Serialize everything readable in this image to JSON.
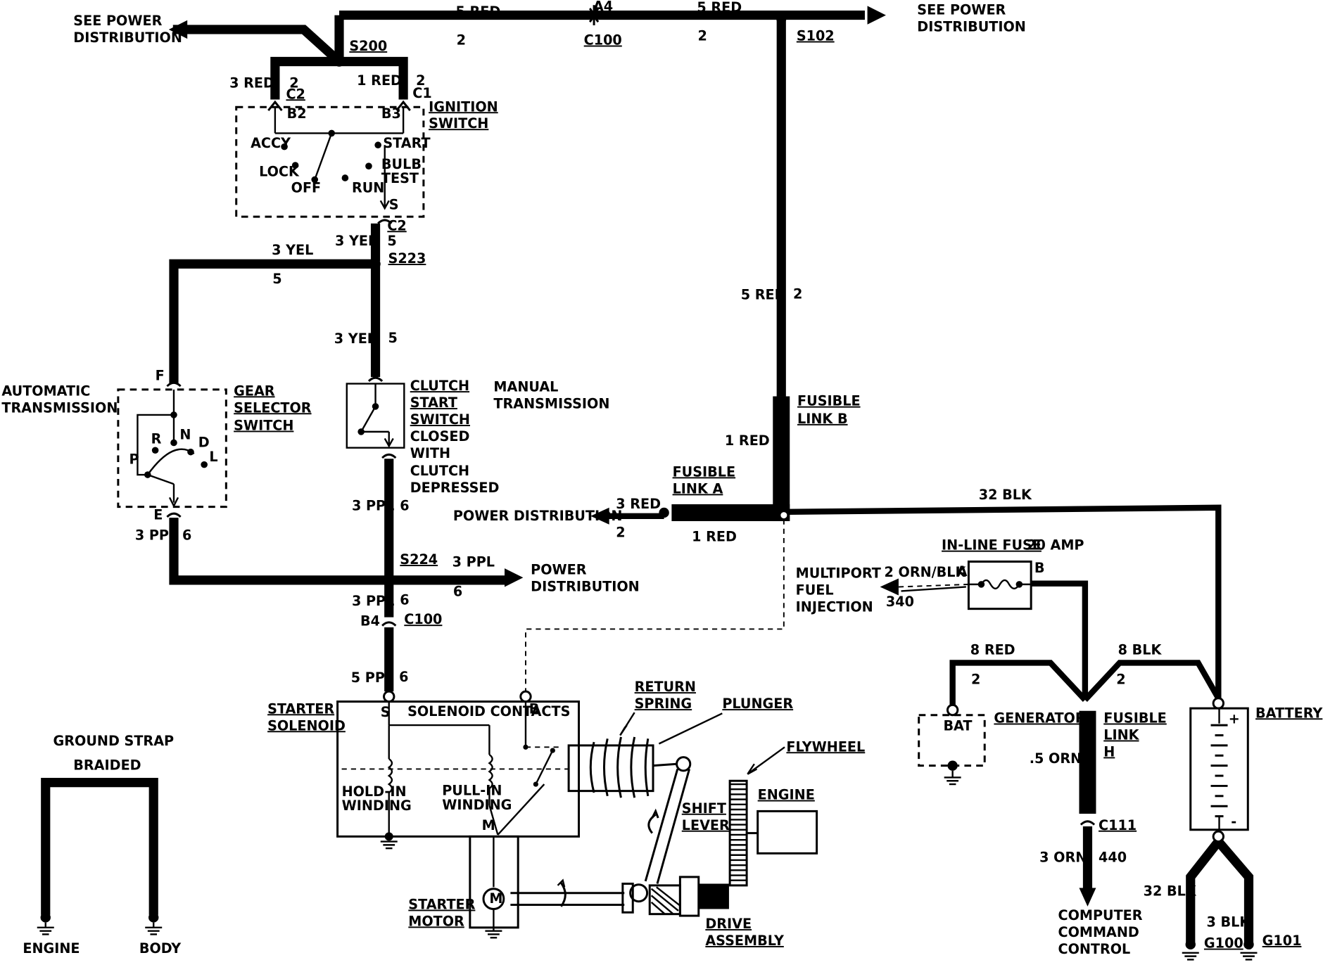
{
  "labels": {
    "see_power_distribution_left": [
      "SEE POWER",
      "DISTRIBUTION"
    ],
    "see_power_distribution_right": [
      "SEE POWER",
      "DISTRIBUTION"
    ],
    "top_wire_left": "5 RED",
    "top_wire_left_circuit": "2",
    "top_wire_right": "5 RED",
    "top_wire_right_circuit": "2",
    "a4": "A4",
    "c100_top": "C100",
    "s200": "S200",
    "s102": "S102",
    "wire_3red": "3 RED",
    "wire_1red_top": "1 RED",
    "c2_num": "2",
    "c1_num": "2",
    "c2_top": "C2",
    "c1_top": "C1",
    "b2": "B2",
    "b3": "B3",
    "ignition_switch": [
      "IGNITION",
      "SWITCH"
    ],
    "accy": "ACCY",
    "start": "START",
    "lock": "LOCK",
    "off": "OFF",
    "run": "RUN",
    "bulb_test": [
      "BULB",
      "TEST"
    ],
    "s_term": "S",
    "c2_bottom": "C2",
    "yel_short": "3 YEL",
    "yel_short_circuit": "5",
    "s223": "S223",
    "yel_left": "3 YEL",
    "yel_left_circuit": "5",
    "yel_mid": "3 YEL",
    "yel_mid_circuit": "5",
    "red_vert": "5 RED",
    "red_vert_circuit": "2",
    "automatic_transmission": [
      "AUTOMATIC",
      "TRANSMISSION"
    ],
    "gear_selector_switch": [
      "GEAR",
      "SELECTOR",
      "SWITCH"
    ],
    "f_term": "F",
    "e_term": "E",
    "gear_p": "P",
    "gear_r": "R",
    "gear_n": "N",
    "gear_d": "D",
    "gear_l": "L",
    "clutch_start_switch": [
      "CLUTCH",
      "START",
      "SWITCH"
    ],
    "clutch_note": [
      "CLOSED",
      "WITH",
      "CLUTCH",
      "DEPRESSED"
    ],
    "manual_transmission": [
      "MANUAL",
      "TRANSMISSION"
    ],
    "fusible_link_b": [
      "FUSIBLE",
      "LINK B"
    ],
    "fusible_link_a": [
      "FUSIBLE",
      "LINK A"
    ],
    "wire_1red_mid": "1 RED",
    "wire_1red_low": "1 RED",
    "wire_3red_pd": "3 RED",
    "wire_3red_pd_circuit": "2",
    "power_distribution_mid": "POWER DISTRIBUTION",
    "wire_32blk_top": "32 BLK",
    "ppl_left": "3 PPL",
    "ppl_left_circuit": "6",
    "ppl_mid": "3 PPL",
    "ppl_mid_circuit": "6",
    "s224": "S224",
    "ppl_right": "3 PPL",
    "ppl_right_circuit": "6",
    "power_distribution_low": [
      "POWER",
      "DISTRIBUTION"
    ],
    "ppl_low": "3 PPL",
    "ppl_low_circuit": "6",
    "b4": "B4",
    "c100_low": "C100",
    "ppl_5": "5 PPL",
    "ppl_5_circuit": "6",
    "multiport_fuel_injection": [
      "MULTIPORT",
      "FUEL",
      "INJECTION"
    ],
    "orn_blk": "2 ORN/BLK",
    "orn_blk_circuit": "340",
    "fuse_a": "A",
    "fuse_b": "B",
    "inline_fuse": "IN-LINE FUSE",
    "fuse_rating": "20 AMP",
    "wire_8red": "8 RED",
    "wire_8red_circuit": "2",
    "wire_8blk": "8 BLK",
    "wire_8blk_circuit": "2",
    "bat": "BAT",
    "generator": "GENERATOR",
    "fusible_link_h": [
      "FUSIBLE",
      "LINK",
      "H"
    ],
    "orn_5": ".5 ORN",
    "c111": "C111",
    "orn_3": "3 ORN",
    "orn_3_circuit": "440",
    "computer_command_control": [
      "COMPUTER",
      "COMMAND",
      "CONTROL"
    ],
    "battery": "BATTERY",
    "plus": "+",
    "minus": "-",
    "wire_32blk_low": "32 BLK",
    "wire_3blk": "3 BLK",
    "g100": "G100",
    "g101": "G101",
    "ground_strap": "GROUND STRAP",
    "braided": "BRAIDED",
    "engine_gnd": "ENGINE",
    "body_gnd": "BODY",
    "starter_solenoid": [
      "STARTER",
      "SOLENOID"
    ],
    "solenoid_s": "S",
    "solenoid_contacts": "SOLENOID CONTACTS",
    "solenoid_b": "B",
    "hold_in": [
      "HOLD-IN",
      "WINDING"
    ],
    "pull_in": [
      "PULL-IN",
      "WINDING"
    ],
    "solenoid_m": "M",
    "return_spring": [
      "RETURN",
      "SPRING"
    ],
    "plunger": "PLUNGER",
    "flywheel": "FLYWHEEL",
    "engine_label": "ENGINE",
    "shift_lever": [
      "SHIFT",
      "LEVER"
    ],
    "motor_m": "M",
    "starter_motor": [
      "STARTER",
      "MOTOR"
    ],
    "drive_assembly": [
      "DRIVE",
      "ASSEMBLY"
    ]
  }
}
